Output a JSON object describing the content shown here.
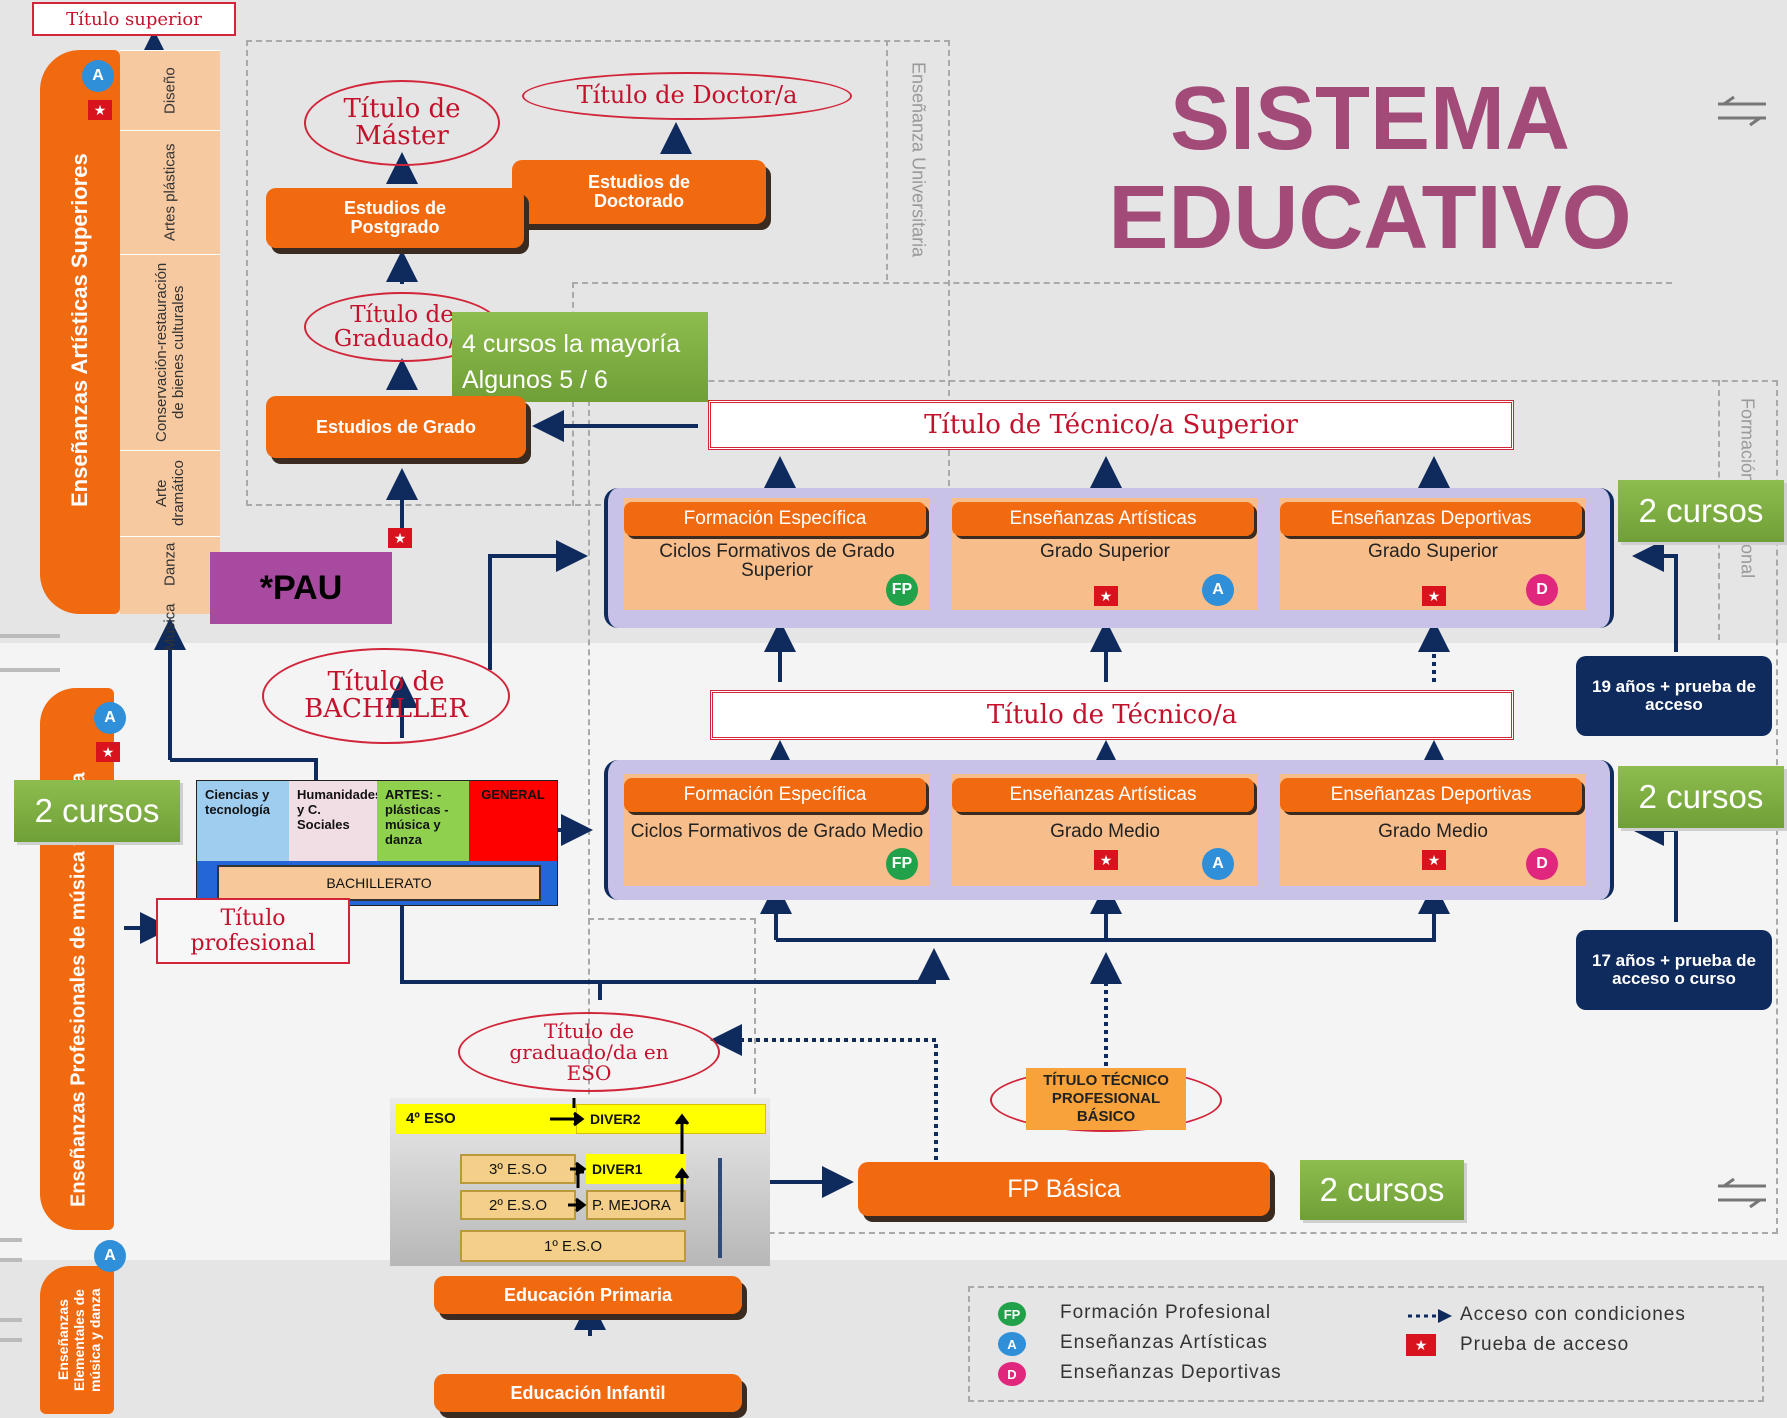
{
  "title": {
    "line1": "SISTEMA",
    "line2": "EDUCATIVO"
  },
  "universitaria_label": "Enseñanza Universitaria",
  "fp_label": "Formación Profesional",
  "titulo_superior": "Título superior",
  "ensenanzas_artisticas_superiores": {
    "label": "Enseñanzas Artísticas Superiores",
    "items": [
      "Diseño",
      "Artes plásticas",
      "Conservación-restauración de bienes culturales",
      "Arte dramático",
      "Danza",
      "Música"
    ]
  },
  "ensenanzas_profesionales": "Enseñanzas Profesionales de música y danza",
  "ensenanzas_elementales": "Enseñanzas Elementales de música y danza",
  "titulo_master": "Título de Máster",
  "titulo_doctor": "Título de Doctor/a",
  "estudios_doctorado": "Estudios de Doctorado",
  "estudios_postgrado": "Estudios de Postgrado",
  "titulo_graduado": "Título de Graduado/a",
  "estudios_grado": "Estudios de Grado",
  "cursos_grado": {
    "line1": "4 cursos la mayoría",
    "line2": "Algunos 5 / 6"
  },
  "pau": "*PAU",
  "titulo_bachiller": "Título de BACHILLER",
  "bachillerato": {
    "modalidades": [
      {
        "label": "Ciencias y tecnología",
        "color": "#9fcdf0"
      },
      {
        "label": "Humanidades y C. Sociales",
        "color": "#f1dde4"
      },
      {
        "label": "ARTES: -plásticas -música y danza",
        "color": "#8fd14f"
      },
      {
        "label": "GENERAL",
        "color": "#ff0000"
      }
    ],
    "label": "BACHILLERATO"
  },
  "titulo_profesional": "Título profesional",
  "dos_cursos": "2 cursos",
  "titulo_tecnico_superior": "Título de Técnico/a Superior",
  "titulo_tecnico": "Título de Técnico/a",
  "grado_superior": {
    "tabs": [
      "Formación Específica",
      "Enseñanzas Artísticas",
      "Enseñanzas Deportivas"
    ],
    "texts": [
      "Ciclos Formativos de Grado Superior",
      "Grado Superior",
      "Grado Superior"
    ]
  },
  "grado_medio": {
    "tabs": [
      "Formación Específica",
      "Enseñanzas Artísticas",
      "Enseñanzas Deportivas"
    ],
    "texts": [
      "Ciclos Formativos de Grado Medio",
      "Grado Medio",
      "Grado Medio"
    ]
  },
  "acceso_19": "19 años + prueba de acceso",
  "acceso_17": "17 años + prueba de acceso o curso",
  "titulo_graduado_eso": "Título de graduado/da en ESO",
  "titulo_tecnico_basico": "TÍTULO TÉCNICO PROFESIONAL BÁSICO",
  "fp_basica": "FP Básica",
  "eso": {
    "cuarto": "4º ESO",
    "diver2": "DIVER2",
    "tercero": "3º E.S.O",
    "diver1": "DIVER1",
    "segundo": "2º E.S.O",
    "mejora": "P. MEJORA",
    "primero": "1º E.S.O"
  },
  "primaria": "Educación Primaria",
  "infantil": "Educación Infantil",
  "badges": {
    "fp": "FP",
    "a": "A",
    "d": "D"
  },
  "legend": {
    "fp": "Formación Profesional",
    "a": "Enseñanzas Artísticas",
    "d": "Enseñanzas Deportivas",
    "acceso": "Acceso con condiciones",
    "prueba": "Prueba de acceso"
  },
  "colors": {
    "orange": "#f26a10",
    "navy": "#0f2a5c",
    "title": "#a24a78",
    "green": "#7aad3f",
    "red": "#d1263a",
    "purple": "#a84aa0"
  }
}
